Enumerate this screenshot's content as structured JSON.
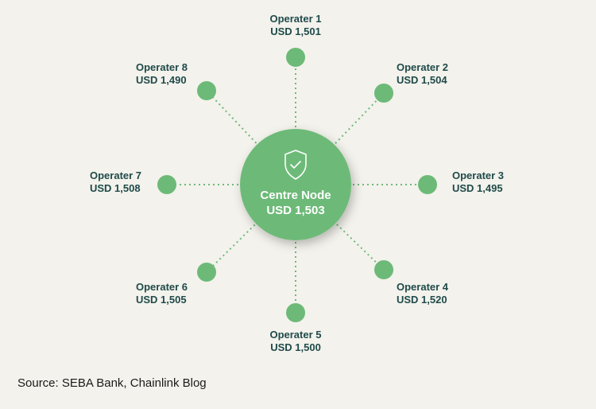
{
  "centre": {
    "title": "Centre Node",
    "value": "USD 1,503",
    "icon": "shield-check-icon"
  },
  "operators": [
    {
      "name": "Operater 1",
      "value": "USD 1,501"
    },
    {
      "name": "Operater 2",
      "value": "USD 1,504"
    },
    {
      "name": "Operater 3",
      "value": "USD 1,495"
    },
    {
      "name": "Operater 4",
      "value": "USD 1,520"
    },
    {
      "name": "Operater 5",
      "value": "USD 1,500"
    },
    {
      "name": "Operater 6",
      "value": "USD 1,505"
    },
    {
      "name": "Operater 7",
      "value": "USD 1,508"
    },
    {
      "name": "Operater 8",
      "value": "USD 1,490"
    }
  ],
  "source": "Source: SEBA Bank, Chainlink Blog",
  "colors": {
    "background": "#f3f2ec",
    "node": "#6dba78",
    "text": "#1f4a4a"
  }
}
